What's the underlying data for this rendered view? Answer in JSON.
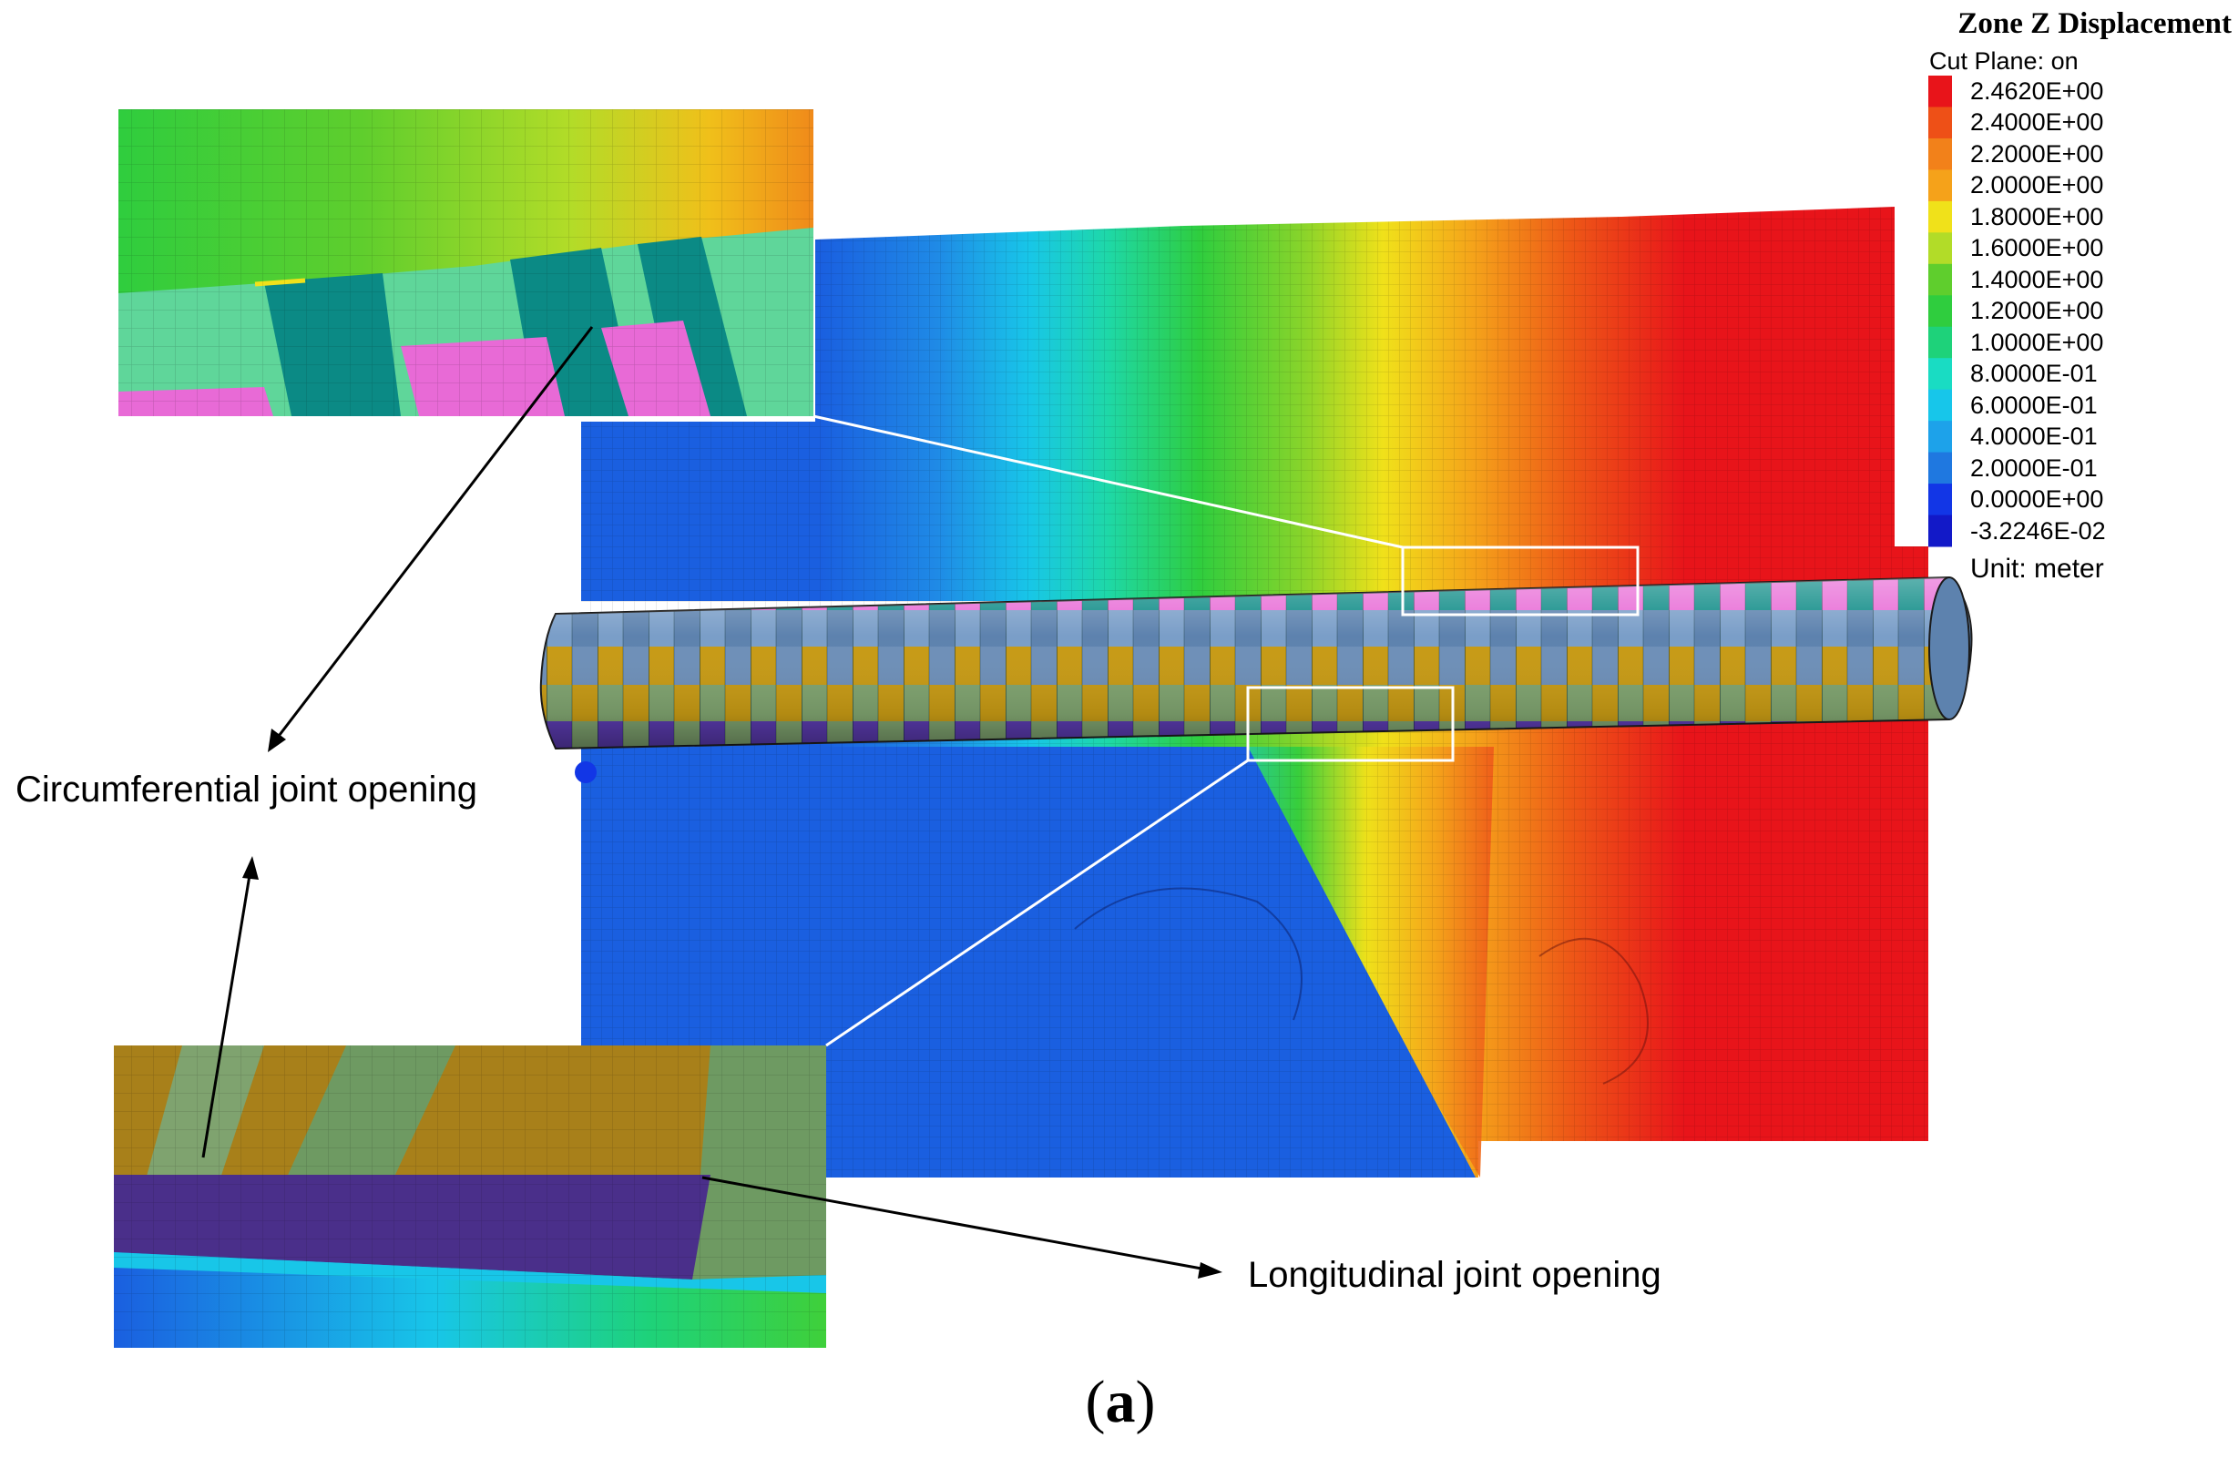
{
  "legend": {
    "title": "Zone Z Displacement",
    "subtitle": "Cut Plane: on",
    "unit": "Unit: meter",
    "items": [
      {
        "label": "2.4620E+00",
        "color": "#e8141a"
      },
      {
        "label": "2.4000E+00",
        "color": "#ee5017"
      },
      {
        "label": "2.2000E+00",
        "color": "#f2811a"
      },
      {
        "label": "2.0000E+00",
        "color": "#f5a21a"
      },
      {
        "label": "1.8000E+00",
        "color": "#f0e11a"
      },
      {
        "label": "1.6000E+00",
        "color": "#b2dc28"
      },
      {
        "label": "1.4000E+00",
        "color": "#5fce2d"
      },
      {
        "label": "1.2000E+00",
        "color": "#2fcd3e"
      },
      {
        "label": "1.0000E+00",
        "color": "#1ed27a"
      },
      {
        "label": "8.0000E-01",
        "color": "#19dcc3"
      },
      {
        "label": "6.0000E-01",
        "color": "#17c6ea"
      },
      {
        "label": "4.0000E-01",
        "color": "#1da2ea"
      },
      {
        "label": "2.0000E-01",
        "color": "#1f78e0"
      },
      {
        "label": "0.0000E+00",
        "color": "#1236e6"
      },
      {
        "label": "-3.2246E-02",
        "color": "#1219c8"
      }
    ]
  },
  "annotations": {
    "circumferential": "Circumferential joint opening",
    "longitudinal": "Longitudinal joint opening"
  },
  "caption": {
    "open": "(",
    "letter": "a",
    "close": ")"
  },
  "colors": {
    "field_blue": "#1a5fe0",
    "field_red": "#e8141a",
    "joint_magenta": "#e86ad6",
    "joint_teal": "#0b8a85",
    "segment_ochre": "#c79a14",
    "segment_sage": "#7fa36f",
    "segment_steel": "#6d8fb8",
    "segment_purple": "#5b3bb0"
  }
}
